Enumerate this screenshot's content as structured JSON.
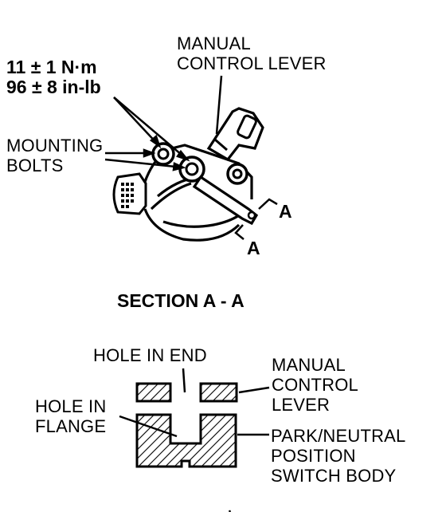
{
  "labels": {
    "manual_control_lever_top": [
      "MANUAL",
      "CONTROL LEVER"
    ],
    "torque": [
      "11 ± 1 N·m",
      "96 ± 8 in-lb"
    ],
    "mounting_bolts": [
      "MOUNTING",
      "BOLTS"
    ],
    "section_marker_right": "A",
    "section_marker_bottom": "A",
    "section_title": "SECTION A - A",
    "hole_in_end": "HOLE IN END",
    "hole_in_flange": [
      "HOLE IN",
      "FLANGE"
    ],
    "manual_control_lever_section": [
      "MANUAL",
      "CONTROL",
      "LEVER"
    ],
    "park_neutral_switch": [
      "PARK/NEUTRAL",
      "POSITION",
      "SWITCH BODY"
    ]
  }
}
